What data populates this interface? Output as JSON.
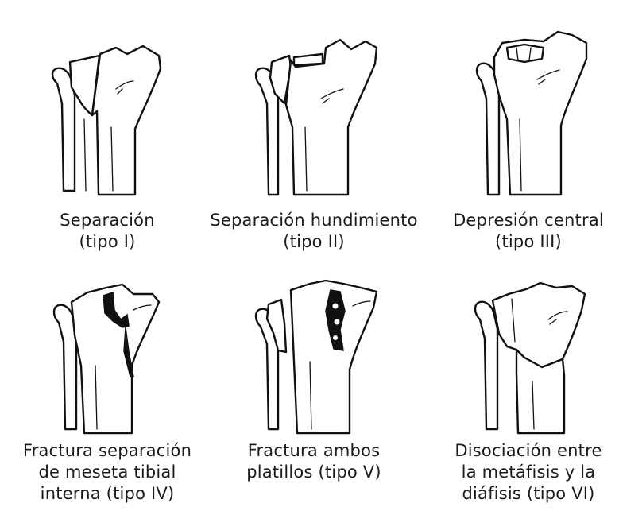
{
  "panels": [
    {
      "line1": "Separación",
      "line2": "(tipo I)",
      "line3": ""
    },
    {
      "line1": "Separación hundimiento",
      "line2": "(tipo II)",
      "line3": ""
    },
    {
      "line1": "Depresión central",
      "line2": "(tipo III)",
      "line3": ""
    },
    {
      "line1": "Fractura separación",
      "line2": "de meseta tibial",
      "line3": "interna (tipo IV)"
    },
    {
      "line1": "Fractura ambos",
      "line2": "platillos (tipo V)",
      "line3": ""
    },
    {
      "line1": "Disociación entre",
      "line2": "la metáfisis y la",
      "line3": "diáfisis (tipo VI)"
    }
  ]
}
